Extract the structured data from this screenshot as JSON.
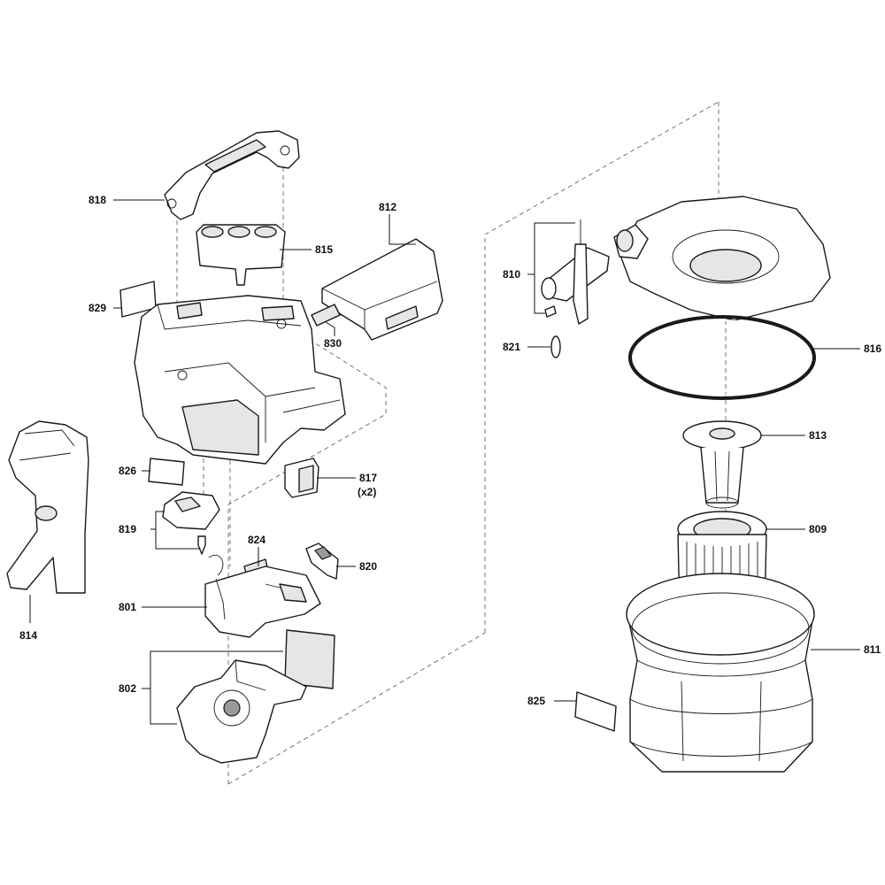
{
  "labels": {
    "l818": "818",
    "l812": "812",
    "l815": "815",
    "l829": "829",
    "l830": "830",
    "l826": "826",
    "l817": "817",
    "l817q": "(x2)",
    "l819": "819",
    "l824": "824",
    "l820": "820",
    "l801": "801",
    "l802": "802",
    "l814": "814",
    "l810": "810",
    "l821": "821",
    "l816": "816",
    "l813": "813",
    "l809": "809",
    "l811": "811",
    "l825": "825"
  }
}
